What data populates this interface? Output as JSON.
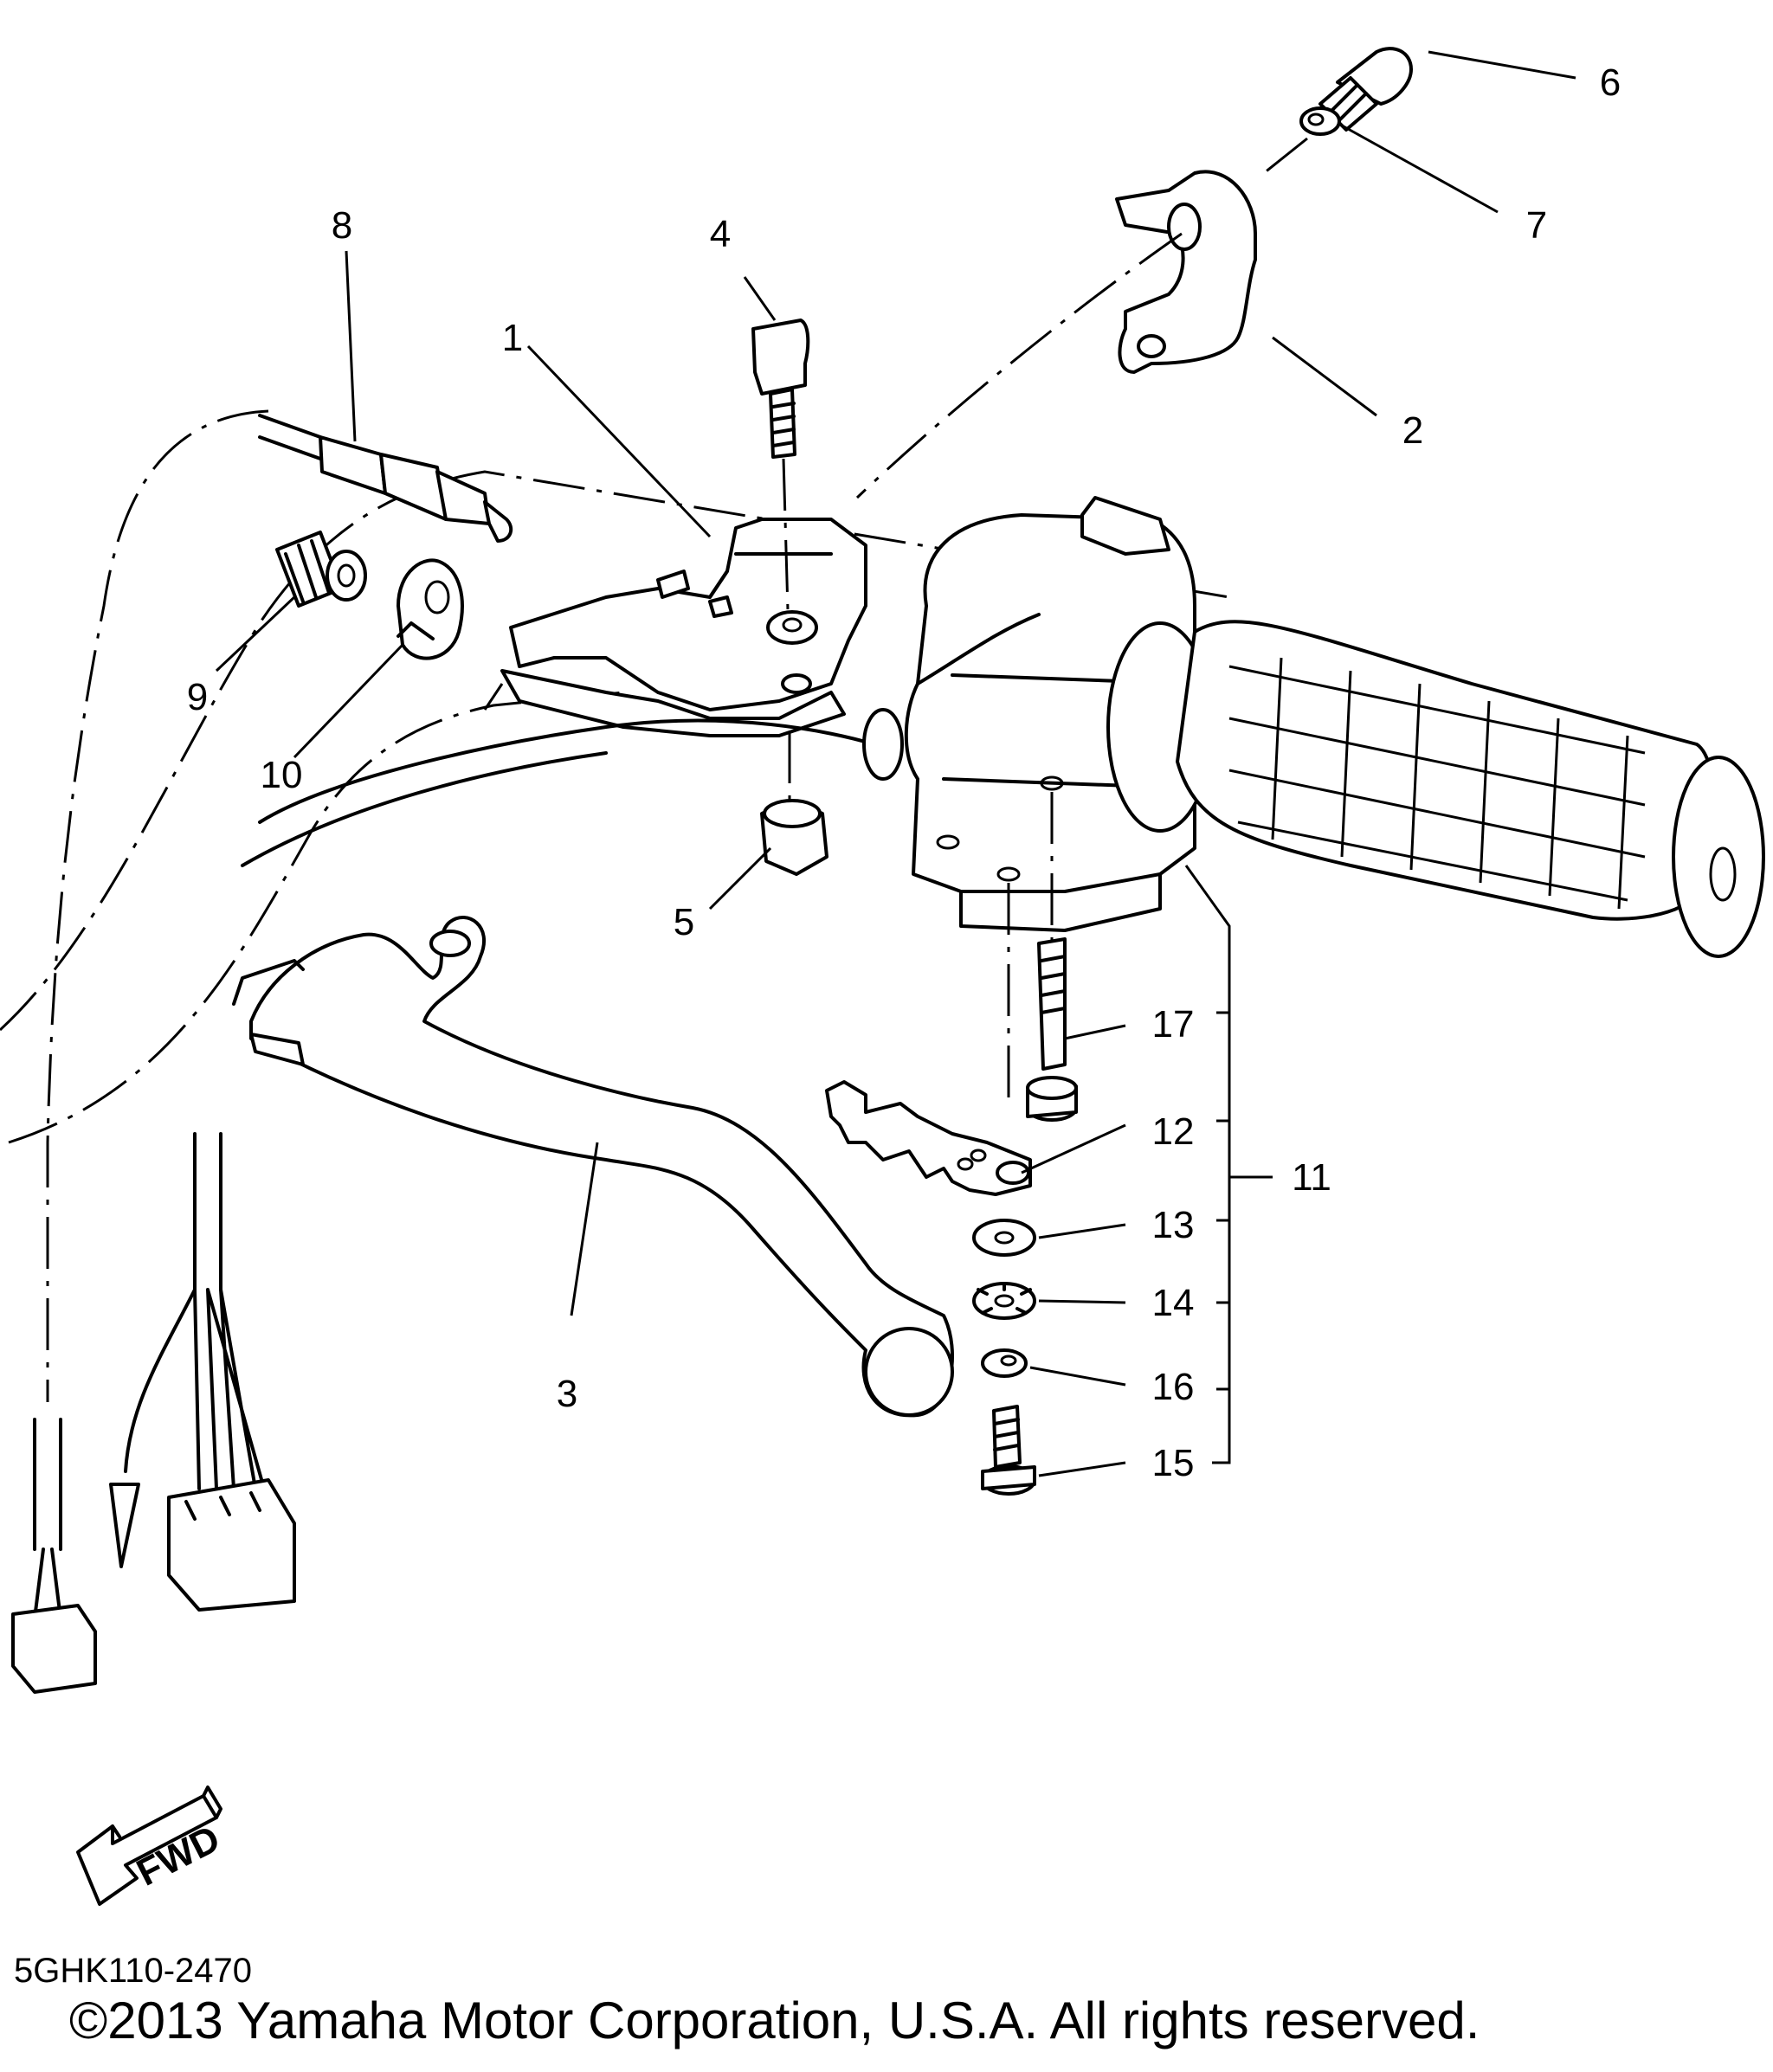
{
  "diagram": {
    "callouts": [
      {
        "id": "1",
        "label": "1"
      },
      {
        "id": "2",
        "label": "2"
      },
      {
        "id": "3",
        "label": "3"
      },
      {
        "id": "4",
        "label": "4"
      },
      {
        "id": "5",
        "label": "5"
      },
      {
        "id": "6",
        "label": "6"
      },
      {
        "id": "7",
        "label": "7"
      },
      {
        "id": "8",
        "label": "8"
      },
      {
        "id": "9",
        "label": "9"
      },
      {
        "id": "10",
        "label": "10"
      },
      {
        "id": "11",
        "label": "11"
      },
      {
        "id": "12",
        "label": "12"
      },
      {
        "id": "13",
        "label": "13"
      },
      {
        "id": "14",
        "label": "14"
      },
      {
        "id": "15",
        "label": "15"
      },
      {
        "id": "16",
        "label": "16"
      },
      {
        "id": "17",
        "label": "17"
      }
    ],
    "fwd_label": "FWD",
    "part_code": "5GHK110-2470",
    "copyright": "©2013 Yamaha Motor Corporation, U.S.A. All rights reserved."
  }
}
